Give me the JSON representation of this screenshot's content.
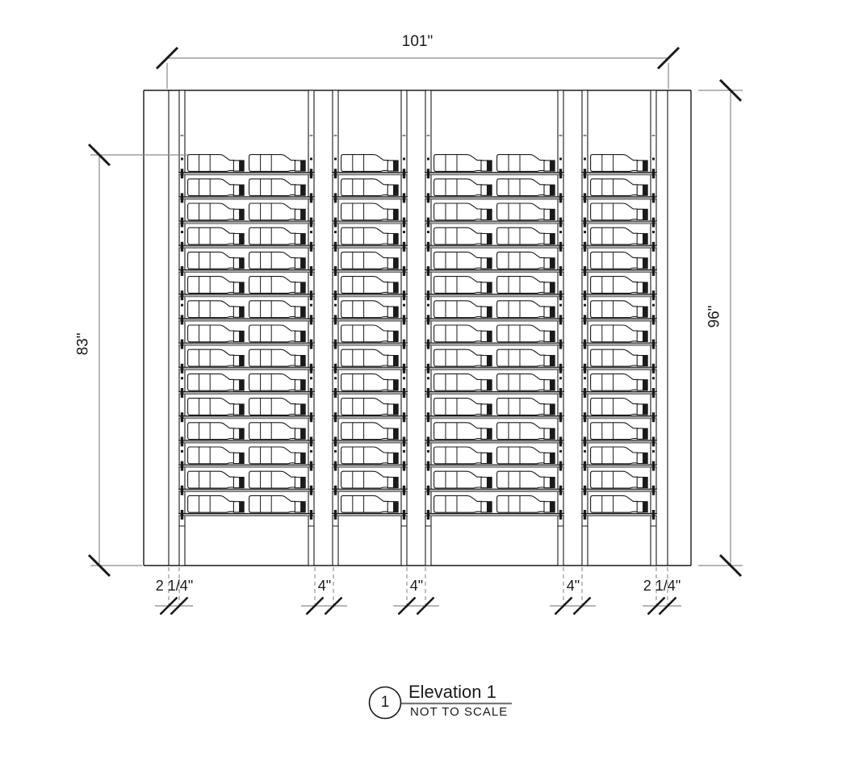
{
  "drawing": {
    "type": "architectural-elevation",
    "subject": "wall-mounted wine rack elevation",
    "rack": {
      "row_count": 15,
      "bays": [
        {
          "name": "bay-1",
          "bottles_per_row": 2
        },
        {
          "name": "bay-2",
          "bottles_per_row": 1
        },
        {
          "name": "bay-3",
          "bottles_per_row": 2
        },
        {
          "name": "bay-4",
          "bottles_per_row": 1
        }
      ]
    },
    "line_color": "#1a1a1a",
    "dimension_line_color": "#8a8a8a",
    "rail_fill_color": "#a8a8a8"
  },
  "dimensions": {
    "top": {
      "label": "101\""
    },
    "left": {
      "label": "83\""
    },
    "right": {
      "label": "96\""
    },
    "bottom": [
      {
        "label": "2 1/4\""
      },
      {
        "label": "4\""
      },
      {
        "label": "4\""
      },
      {
        "label": "4\""
      },
      {
        "label": "2 1/4\""
      }
    ]
  },
  "title_block": {
    "detail_number": "1",
    "title": "Elevation 1",
    "scale_note": "NOT TO SCALE"
  }
}
